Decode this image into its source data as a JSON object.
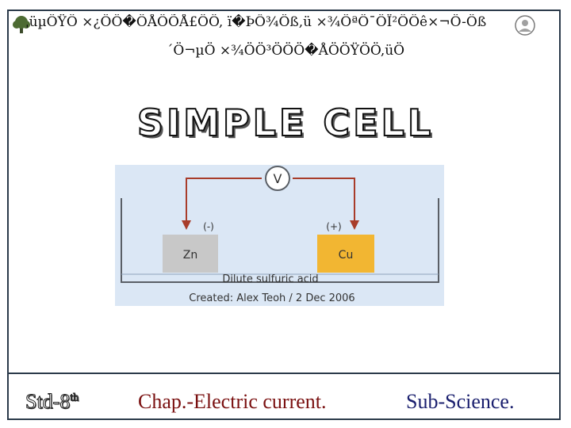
{
  "header": {
    "line1": "ˌüµÖŸÖ ×¿ÖÖ�ÖÅÖÕÅ£ÖÖ, ï�ÞÔ¾Öß,ü ×¾ÖªÖ¯ÖÏ²ÖÖê×¬Ö-Öß",
    "line2": "´Ö¬µÖ ×¾ÖÖ³ÖÖÖ�ÅÖÖŸÖÖ,üÖ"
  },
  "title": "SIMPLE  CELL",
  "diagram": {
    "meter_symbol": "V",
    "negative_terminal": "(-)",
    "positive_terminal": "(+)",
    "negative_electrode": "Zn",
    "positive_electrode": "Cu",
    "electrolyte": "Dilute sulfuric acid",
    "credit": "Created: Alex Teoh / 2 Dec 2006"
  },
  "footer": {
    "std_prefix": "Std-8",
    "std_suffix": "th",
    "chapter": "Chap.-Electric current.",
    "subject": "Sub-Science."
  },
  "colors": {
    "frame": "#2b3a4a",
    "zinc": "#c8c8c8",
    "copper": "#f2b632",
    "wire": "#a83c2a",
    "water": "#dbe7f5"
  }
}
